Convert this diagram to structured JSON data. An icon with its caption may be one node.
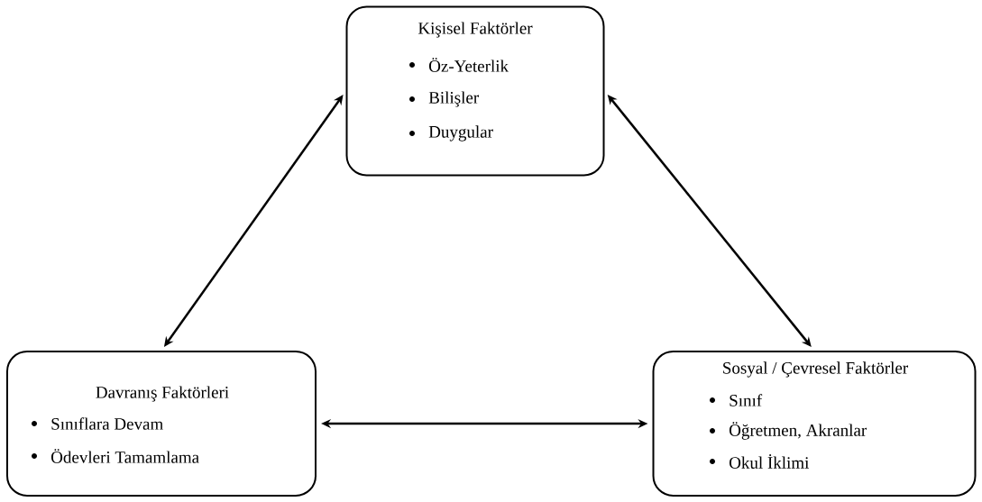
{
  "diagram": {
    "nodes": [
      {
        "text": [
          "Kişisel Faktörler",
          "Öz-Yeterlik",
          "Bilişler",
          "Duygular"
        ]
      },
      {
        "text": [
          "Davranış Faktörleri",
          "Sınıflara Devam",
          "Ödevleri Tamamlama"
        ]
      },
      {
        "text": [
          "Sosyal / Çevresel Faktörler",
          "Sınıf",
          "Öğretmen, Akranlar",
          "Okul İklimi"
        ]
      }
    ],
    "edges": [
      {
        "from": 0,
        "to": 1,
        "arrow": "both"
      },
      {
        "from": 0,
        "to": 2,
        "arrow": "both"
      },
      {
        "from": 1,
        "to": 2,
        "arrow": "both"
      }
    ]
  }
}
